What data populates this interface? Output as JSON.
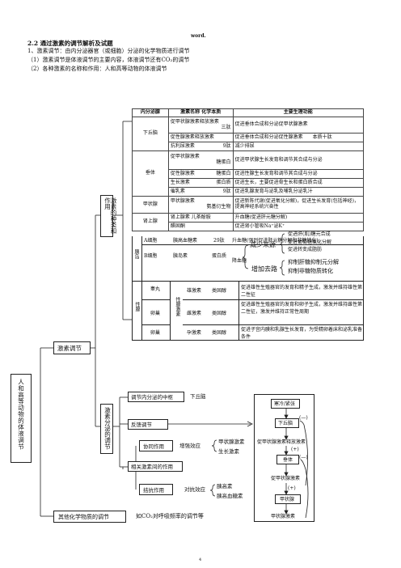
{
  "header": {
    "word": "word."
  },
  "section": {
    "title": "2.2 通过激素的调节解析及试题",
    "line1": "1、激素调节：由内分泌器官（或细胞）分泌的化学物质进行调节",
    "line2": "（1）激素调节是体液调节的主要内容，体液调节还有CO₂的调节",
    "line3": "（2）各种激素的名称和作用：人和高等动物的体液调节"
  },
  "table": {
    "headers": [
      "内分泌腺",
      "激素名称 化学本质",
      "主要生理功能"
    ],
    "hypothalamus": {
      "gland": "下丘脑",
      "rows": [
        {
          "name": "促甲状腺激素释放激素",
          "nature": "三肽",
          "func": "促进垂体合成和分泌促甲状腺激素"
        },
        {
          "name": "促性腺激素释放激素",
          "nature": "",
          "func": "促进垂体合成和分泌促性腺激素　　本质十肽"
        },
        {
          "name": "抗利尿激素",
          "nature": "9肽",
          "func": "减少排尿"
        }
      ]
    },
    "pituitary": {
      "gland": "垂体",
      "rows": [
        {
          "name": "促甲状腺激素",
          "nature": "糖蛋白",
          "func": "促进甲状腺生长发育和调节其合成与分泌"
        },
        {
          "name": "促性腺激素",
          "nature": "糖蛋白",
          "func": "促进性腺生长发育和调节其合成与分泌"
        },
        {
          "name": "生长激素",
          "nature": "蛋白质",
          "func": "促进生长，主要促进骨生长和蛋白质合成"
        },
        {
          "name": "催乳素",
          "nature": "9肽",
          "func": "促进乳腺发育与泌乳及哺乳分泌乳汁"
        }
      ]
    },
    "thyroid": {
      "gland": "甲状腺",
      "name": "甲状腺激素",
      "nature": "氨基衍生物",
      "func": "促进新陈代谢(促进氧化分解)，促进生长发育(包括神经)，提高神经系统兴奋性"
    },
    "adrenal": {
      "gland": "肾上腺",
      "rows": [
        {
          "name": "肾上腺素",
          "nature": "儿茶酚胺",
          "func": "升血糖(促进肝元糖分解)"
        },
        {
          "name": "醛固酮",
          "nature": "",
          "func": "促进肾小管吸Na⁺泌K⁺"
        }
      ]
    },
    "islet": {
      "gland": "胰岛",
      "a_cell": "A细胞",
      "a_name": "胰高血糖素",
      "a_nature": "29肽",
      "a_func": "升血糖(强烈促进肝元糖分解和非糖转化)",
      "b_cell": "B细胞",
      "b_name": "胰岛素",
      "b_nature": "蛋白质",
      "lower": "降血糖",
      "source": "减少来源",
      "source_items": [
        "促进肝(肌)糖元合成",
        "促进葡萄糖氧化分解",
        "促进转变成脂肪"
      ],
      "path": "增加去路",
      "path_items": [
        "抑制肝糖抑制元分解",
        "抑制非糖物质转化"
      ]
    },
    "gonad": {
      "gland": "性腺",
      "nature_label": "性腺激素",
      "rows": [
        {
          "organ": "睾丸",
          "name": "雄激素",
          "nature": "类固醇",
          "func": "促进雄性生殖器官的发育和精子生成，激发并维持雄性第二性征"
        },
        {
          "organ": "卵巢",
          "name": "雌激素",
          "nature": "类固醇",
          "func": "促进雌性生殖器官的发育和卵子生成，激发并维持雌性第二性征，激发并维持正常性周期"
        },
        {
          "organ": "卵巢",
          "name": "孕激素",
          "nature": "类固醇",
          "func": "促进子宫内膜和乳腺生长发育，为受精卵着床和泌乳准备条件"
        }
      ]
    }
  },
  "tree": {
    "root": "人和高等动物的体液调节",
    "hormone_reg": "激素调节",
    "types_label": "激素的种类和作用",
    "mode_label": "激素分泌的调节",
    "center": "调节内分泌的中枢",
    "center_val": "下丘脑",
    "feedback": "反馈调节",
    "related": "相关激素间的作用",
    "synergy": "协同作用",
    "synergy_eff": "增强效应",
    "synergy_items": [
      "甲状腺激素",
      "生长激素"
    ],
    "antagonism": "拮抗作用",
    "antagonism_eff": "对抗效应",
    "antagonism_items": [
      "胰高素",
      "胰高血糖素"
    ],
    "other": "其他化学物质的调节",
    "other_desc": "如CO₂对呼吸频率的调节等"
  },
  "flow": {
    "items": [
      "寒冷/紧张",
      "下丘脑",
      "促甲状腺激素释放激素",
      "垂体",
      "促甲状腺激素",
      "甲状腺",
      "甲状腺激素"
    ],
    "plus": "(+)",
    "minus": "(—)"
  },
  "footer": {
    "page": "4"
  }
}
